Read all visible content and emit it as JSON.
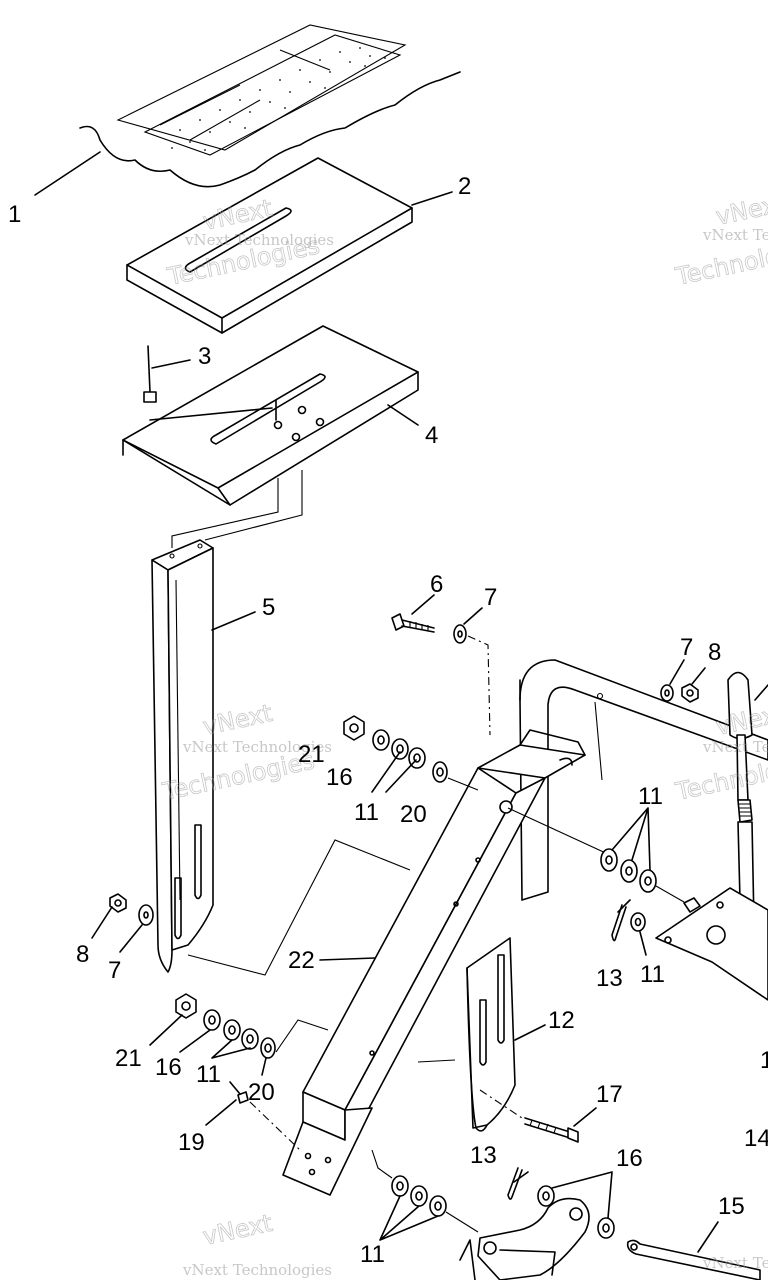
{
  "watermark": {
    "line1": "vNext",
    "line2": "vNext Technologies",
    "line3": "Technologies"
  },
  "callouts": {
    "c1": "1",
    "c2": "2",
    "c3": "3",
    "c4": "4",
    "c5": "5",
    "c6": "6",
    "c7a": "7",
    "c7b": "7",
    "c7c": "7",
    "c8a": "8",
    "c8b": "8",
    "c11a": "11",
    "c11b": "11",
    "c11c": "11",
    "c11d": "11",
    "c11e": "11",
    "c12": "12",
    "c13a": "13",
    "c13b": "13",
    "c14": "14",
    "c15": "15",
    "c16a": "16",
    "c16b": "16",
    "c16c": "16",
    "c17": "17",
    "c19": "19",
    "c20a": "20",
    "c20b": "20",
    "c21a": "21",
    "c21b": "21",
    "c22": "22",
    "c1partial": "1"
  }
}
